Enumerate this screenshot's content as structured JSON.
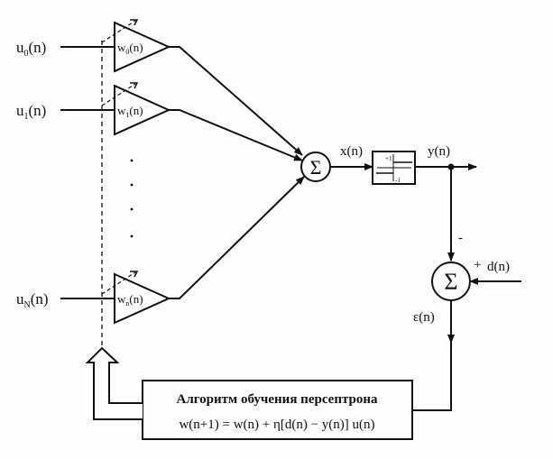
{
  "inputs": [
    {
      "label": "u",
      "sub": "0",
      "weight": "w",
      "weight_sub": "0"
    },
    {
      "label": "u",
      "sub": "1",
      "weight": "w",
      "weight_sub": "1"
    },
    {
      "label": "u",
      "sub": "N",
      "weight": "w",
      "weight_sub": "n"
    }
  ],
  "arg": "(n)",
  "summer_symbol": "Σ",
  "x_label": "x(n)",
  "y_label": "y(n)",
  "threshold": {
    "plus": "+1",
    "minus": "-1"
  },
  "minus_sign": "-",
  "plus_sign": "+",
  "d_label": "d(n)",
  "error_label": "ε(n)",
  "algorithm": {
    "title": "Алгоритм обучения персептрона",
    "formula": "w(n+1) = w(n) + η[d(n) − y(n)] u(n)"
  }
}
